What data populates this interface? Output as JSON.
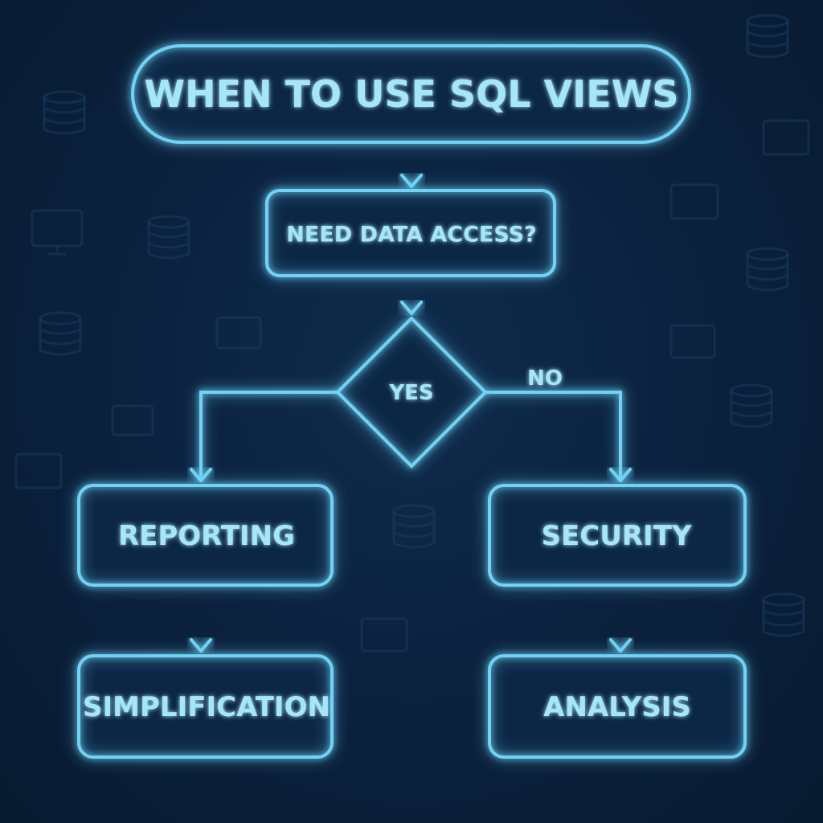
{
  "title": "WHEN TO USE SQL VIEWS",
  "question": "NEED DATA ACCESS?",
  "decision": "YES",
  "branch_no_label": "NO",
  "left_branch": {
    "top": "REPORTING",
    "bottom": "SIMPLIFICATION"
  },
  "right_branch": {
    "top": "SECURITY",
    "bottom": "ANALYSIS"
  },
  "colors": {
    "background": "#0b2240",
    "neon": "#6fd3f5",
    "text": "#a6e6fb"
  },
  "decorations": [
    "database-icon",
    "monitor-icon"
  ]
}
